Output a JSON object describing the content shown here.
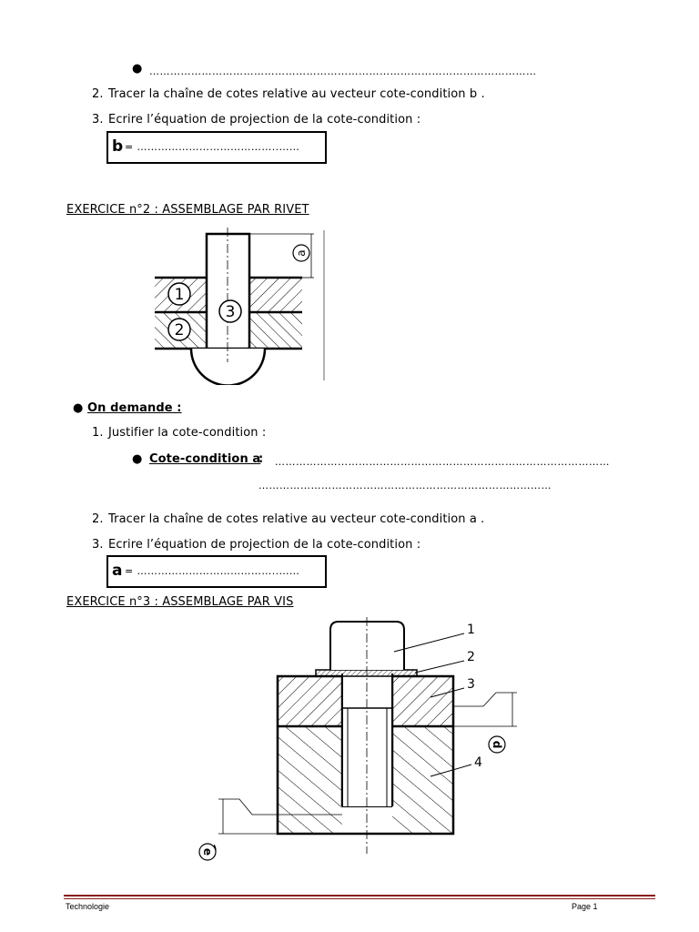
{
  "top": {
    "bullet_dots": "…………………………………………………………………………………………………",
    "item2_num": "2.",
    "item2": "Tracer la chaîne de cotes relative au vecteur cote-condition  b .",
    "item3_num": "3.",
    "item3": "Ecrire l’équation de projection de la cote-condition :",
    "eq_var": "b",
    "eq_rhs": "= …………………………………..……"
  },
  "ex2": {
    "title": "EXERCICE n°2 : ASSEMBLAGE PAR RIVET",
    "figure_labels": {
      "part1": "1",
      "part2": "2",
      "part3": "3",
      "cote": "a"
    },
    "on_demande": "On demande :",
    "item1_num": "1.",
    "item1": "Justifier la cote-condition :",
    "cote_label": "Cote-condition a",
    "cote_colon": ":",
    "dots_line1": "……………………………………………………………………………………",
    "dots_line2": "…………………………………………………………………………",
    "item2_num": "2.",
    "item2": "Tracer la chaîne de cotes relative au vecteur cote-condition  a .",
    "item3_num": "3.",
    "item3": "Ecrire l’équation de projection de la cote-condition :",
    "eq_var": "a",
    "eq_rhs": "= …………………………………..……"
  },
  "ex3": {
    "title": "EXERCICE n°3 : ASSEMBLAGE PAR VIS",
    "figure_labels": {
      "part1": "1",
      "part2": "2",
      "part3": "3",
      "part4": "4",
      "cote_d": "d",
      "cote_e": "e"
    }
  },
  "footer": {
    "left": "Technologie",
    "right": "Page 1"
  }
}
